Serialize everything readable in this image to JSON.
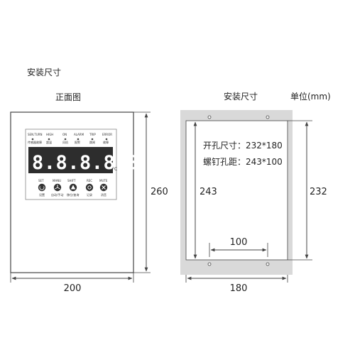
{
  "title": "安装尺寸",
  "front": {
    "label": "正面图",
    "indicators": [
      "SEN.TURN",
      "HIGH",
      "ON",
      "ALARM",
      "TRIP",
      "ERROR"
    ],
    "indicator_subs": [
      "传感器故障",
      "超温",
      "风机",
      "报警",
      "跳闸",
      "故障"
    ],
    "digits": "8.8.8.8.8.",
    "unit": "°C",
    "buttons": [
      "SET",
      "MANU",
      "SHIFT",
      "REC",
      "MUTE"
    ],
    "button_icons": [
      "power-icon",
      "fan-icon",
      "up-icon",
      "record-icon",
      "mute-icon"
    ],
    "button_captions": [
      "设置",
      "自动/手动",
      "移位/查询",
      "记录",
      "消音"
    ],
    "width_label": "200",
    "height_label": "260"
  },
  "install": {
    "label": "安装尺寸",
    "unit_label": "单位(mm)",
    "cutout_label": "开孔尺寸：232*180",
    "screw_label": "螺钉孔距：243*100",
    "screw_h_label": "243",
    "cutout_h_label": "232",
    "screw_w_label": "100",
    "width_label": "180"
  },
  "colors": {
    "line": "#444444",
    "display": "#2d2d2d",
    "digit": "#ffffff",
    "plate": "#d9d9d9"
  }
}
